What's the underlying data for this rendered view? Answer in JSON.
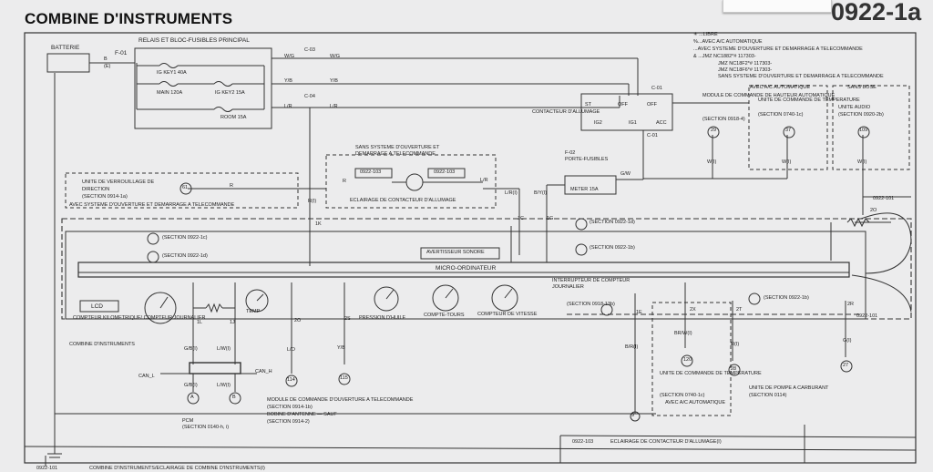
{
  "header": {
    "title": "COMBINE D'INSTRUMENTS",
    "code": "0922-1a"
  },
  "labels": {
    "batterie": "BATTERIE",
    "relais": "RELAIS ET BLOC-FUSIBLES PRINCIPAL",
    "f01": "F-01",
    "b": "B",
    "e": "(E)",
    "igkey1": "IG KEY1 40A",
    "main": "MAIN 120A",
    "igkey2": "IG KEY2 15A",
    "room": "ROOM 15A",
    "wg": "W/G",
    "yb": "Y/B",
    "lr": "L/R",
    "c03": "C-03",
    "c04": "C-04",
    "avec_ac": "AVEC A/C AUTOMATIQUE",
    "sans_bose": "SANS BOSE",
    "unite_temp": "UNITE DE COMMANDE DE TEMPERATURE",
    "sec0740": "(SECTION 0740-1c)",
    "unite_audio": "UNITE AUDIO",
    "sec0920": "(SECTION 0920-2b)",
    "module_hauteur": "MODULE DE COMMANDE DE HAUTEUR AUTOMATIQUE",
    "sec0918": "(SECTION 0918-4)",
    "contacteur": "CONTACTEUR D'ALLUMAGE",
    "c01": "C-01",
    "st": "ST",
    "off": "OFF",
    "ig2": "IG2",
    "ig1": "IG1",
    "acc": "ACC",
    "wi": "W(I)",
    "f02": "F-02",
    "porte_fusibles": "PORTE-FUSIBLES",
    "meter": "METER 15A",
    "gw": "G/W",
    "byi": "B/Y(I)",
    "lri": "L/R(I)",
    "sans_systeme": "SANS SYSTEME D'OUVERTURE ET",
    "demarrage": "DEMARRAGE A TELECOMMANDE",
    "code103": "0922-103",
    "eclairage": "ECLAIRAGE DE CONTACTEUR D'ALLUMAGE",
    "r": "R",
    "unite_verrou": "UNITE DE VERROUILLAGE DE",
    "direction": "DIRECTION",
    "sec0914": "(SECTION 0914-1a)",
    "avec_systeme": "AVEC SYSTEME D'OUVERTURE ET DEMARRAGE A TELECOMMANDE",
    "ri": "R(I)",
    "code101": "0922-101",
    "sec1c": "(SECTION 0922-1c)",
    "sec1d": "(SECTION 0922-1d)",
    "sec1b": "(SECTION 0922-1b)",
    "avertisseur": "AVERTISSEUR SONORE",
    "micro": "MICRO-ORDINATEUR",
    "interrupteur": "INTERRUPTEUR DE COMPTEUR",
    "journalier": "JOURNALIER",
    "sec0918b": "(SECTION 0918-13b)",
    "lcd": "LCD",
    "temp": "TEMP",
    "compteur_km": "COMPTEUR KILOMETRIQUE/ COMPTEUR JOURNALIER",
    "pression": "PRESSION D'HUILE",
    "compte_tours": "COMPTE-TOURS",
    "compteur_vitesse": "COMPTEUR DE VITESSE",
    "combine": "COMBINE D'INSTRUMENTS",
    "gbi": "G/B(I)",
    "lwi": "L/W(I)",
    "can_l": "CAN_L",
    "can_h": "CAN_H",
    "pcm": "PCM",
    "sec0140": "(SECTION 0140-h, i)",
    "lo": "L/O",
    "module_cmd": "MODULE DE COMMANDE D'OUVERTURE A TELECOMMANDE",
    "sec0914b": "(SECTION 0914-1b)",
    "bobine": "BOBINE D'ANTENNE — SAUF",
    "sec0914c": "(SECTION 0914-2)",
    "bri": "B/R(I)",
    "brw": "BR/W(I)",
    "unite_temp_b": "UNITE DE COMMANDE DE TEMPERATURE",
    "avec_ac_auto": "AVEC A/C AUTOMATIQUE",
    "gi": "G(I)",
    "pompe": "UNITE DE POMPE A CARBURANT",
    "sec0114": "(SECTION 0114)"
  },
  "notes": [
    "✳ ...LIBRE",
    "%...AVEC A/C AUTOMATIQUE",
    "...AVEC SYSTEME D'OUVERTURE ET DEMARRAGE A TELECOMMANDE",
    "& ...JMZ NC1882*# 117303-",
    "JMZ NC18F2*# 117303-",
    "JMZ NC18F6*# 117303-",
    "SANS SYSTEME D'OUVERTURE ET DEMARRAGE A TELECOMMANDE"
  ],
  "connectors": {
    "c29": "29",
    "c37": "37",
    "c109": "109",
    "c61": "61",
    "a": "A",
    "b": "B",
    "c114": "114",
    "c115": "115",
    "c9": "9",
    "c120": "120",
    "c28": "28",
    "c27": "27"
  },
  "pins": {
    "p1k": "1K",
    "p1c": "1C",
    "p1g": "1G",
    "p2o": "2O",
    "p1l": "1L",
    "p1j": "1J",
    "p2s": "2S",
    "p1e": "1E",
    "p2x": "2X",
    "p2t": "2T",
    "p2r": "2R"
  },
  "footer": {
    "code103": "0922-103",
    "eclairage": "ECLAIRAGE DE CONTACTEUR D'ALLUMAGE(I)",
    "code101": "0922-101",
    "combine": "COMBINE D'INSTRUMENTS/ECLAIRAGE DE COMBINE D'INSTRUMENTS(I)"
  }
}
